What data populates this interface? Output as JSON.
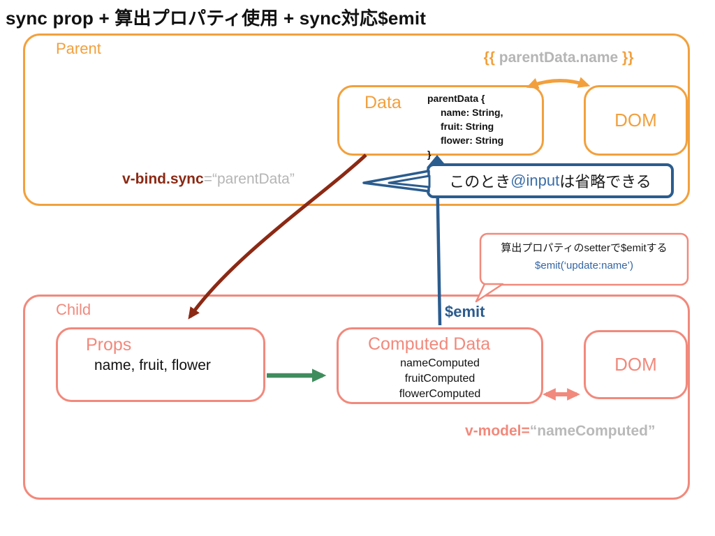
{
  "title": "sync prop + 算出プロパティ使用 + sync対応$emit",
  "colors": {
    "orange": "#f2a03d",
    "pink": "#f1897c",
    "dark_red": "#8b2914",
    "dark_blue": "#2b5c8e",
    "green": "#3f8d5d",
    "gray": "#b5b5b5"
  },
  "parent": {
    "label": "Parent",
    "moustache": {
      "open": "{{",
      "expr": " parentData.name ",
      "close": "}}"
    },
    "data_box": {
      "label": "Data",
      "code": [
        "parentData {",
        "name: String,",
        "fruit: String",
        "flower: String",
        "}"
      ]
    },
    "dom_box": {
      "label": "DOM"
    },
    "vbind": {
      "directive": "v-bind.sync",
      "rest": "=“parentData”"
    }
  },
  "child": {
    "label": "Child",
    "props_box": {
      "label": "Props",
      "values": "name, fruit, flower"
    },
    "computed_box": {
      "label": "Computed Data",
      "values": [
        "nameComputed",
        "fruitComputed",
        "flowerComputed"
      ]
    },
    "dom_box": {
      "label": "DOM"
    },
    "vmodel": {
      "directive": "v-model=",
      "rest": "“nameComputed”"
    }
  },
  "emit_label": "$emit",
  "callouts": {
    "input_note": {
      "pre": "このとき",
      "code": "@input",
      "post": "は省略できる"
    },
    "emit_note": {
      "line1": "算出プロパティのsetterで$emitする",
      "line2": "$emit(‘update:name’)"
    }
  }
}
